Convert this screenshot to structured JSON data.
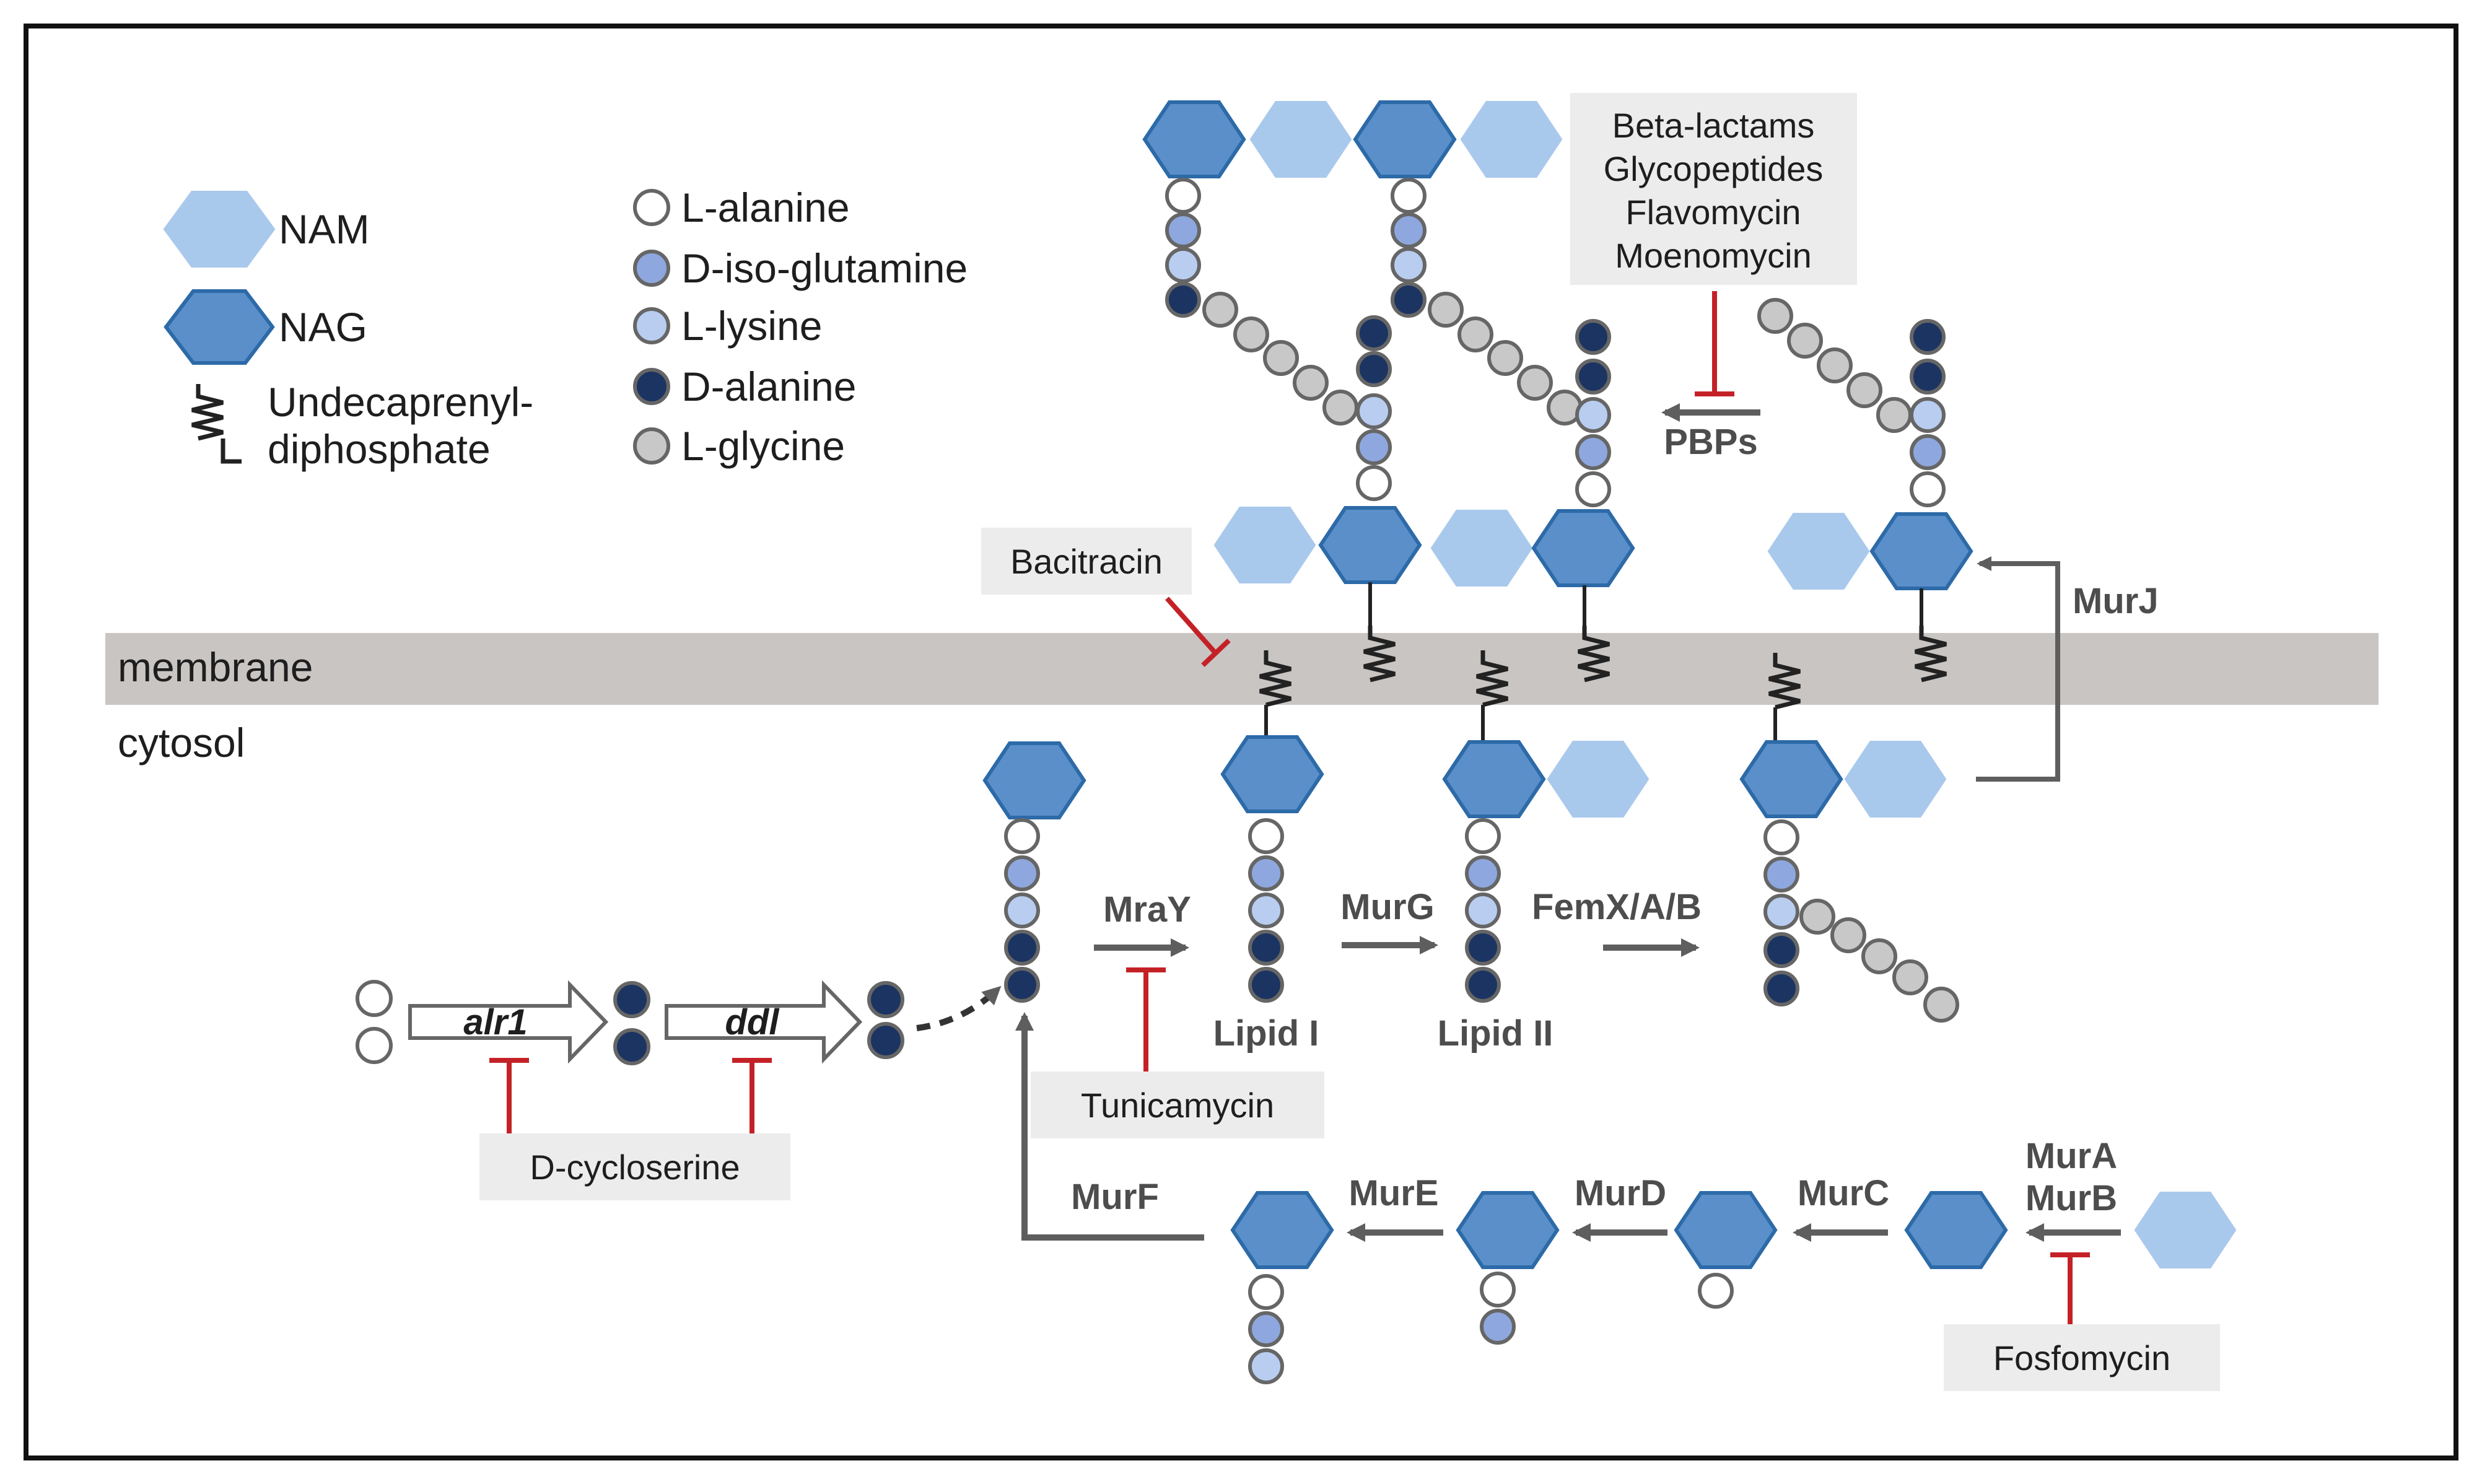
{
  "colors": {
    "nam": "#a9c9ec",
    "nag": "#5a8fc9",
    "l_alanine": "#ffffff",
    "d_iso_glutamine": "#8ea7de",
    "l_lysine": "#b8cdf0",
    "d_alanine": "#1c3461",
    "l_glycine": "#c8c8c8",
    "inhibitor": "#c42127",
    "arrow": "#5e5e5e",
    "membrane": "#c8c5c3"
  },
  "legend": {
    "nam": "NAM",
    "nag": "NAG",
    "undecaprenyl_1": "Undecaprenyl-",
    "undecaprenyl_2": "diphosphate",
    "l_alanine": "L-alanine",
    "d_iso_glutamine": "D-iso-glutamine",
    "l_lysine": "L-lysine",
    "d_alanine": "D-alanine",
    "l_glycine": "L-glycine"
  },
  "compartments": {
    "membrane": "membrane",
    "cytosol": "cytosol"
  },
  "enzymes": {
    "alr1": "alr1",
    "ddl": "ddl",
    "mray": "MraY",
    "murg": "MurG",
    "femxab": "FemX/A/B",
    "murj": "MurJ",
    "pbps": "PBPs",
    "murf": "MurF",
    "mure": "MurE",
    "murd": "MurD",
    "murc": "MurC",
    "mura": "MurA",
    "murb": "MurB"
  },
  "intermediates": {
    "lipid_i": "Lipid I",
    "lipid_ii": "Lipid II"
  },
  "antibiotics": {
    "beta_lactams": "Beta-lactams",
    "glycopeptides": "Glycopeptides",
    "flavomycin": "Flavomycin",
    "moenomycin": "Moenomycin",
    "bacitracin": "Bacitracin",
    "tunicamycin": "Tunicamycin",
    "d_cycloserine": "D-cycloserine",
    "fosfomycin": "Fosfomycin"
  }
}
